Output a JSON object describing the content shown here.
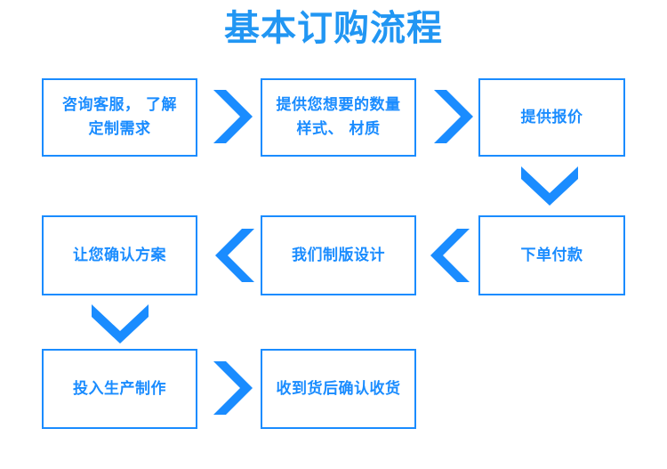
{
  "page": {
    "title": "基本订购流程",
    "accent_color": "#1a8cff",
    "title_color": "#2196f3",
    "background_color": "#ffffff"
  },
  "flow": {
    "steps": [
      {
        "id": "step-1",
        "label": "咨询客服， 了解\n定制需求"
      },
      {
        "id": "step-2",
        "label": "提供您想要的数量\n样式、 材质"
      },
      {
        "id": "step-3",
        "label": "提供报价"
      },
      {
        "id": "step-4",
        "label": "下单付款"
      },
      {
        "id": "step-5",
        "label": "我们制版设计"
      },
      {
        "id": "step-6",
        "label": "让您确认方案"
      },
      {
        "id": "step-7",
        "label": "投入生产制作"
      },
      {
        "id": "step-8",
        "label": "收到货后确认收货"
      }
    ],
    "connectors": [
      {
        "id": "connector-1",
        "direction": "right",
        "from": "step-1",
        "to": "step-2"
      },
      {
        "id": "connector-2",
        "direction": "right",
        "from": "step-2",
        "to": "step-3"
      },
      {
        "id": "connector-3",
        "direction": "down",
        "from": "step-3",
        "to": "step-4"
      },
      {
        "id": "connector-4",
        "direction": "left",
        "from": "step-4",
        "to": "step-5"
      },
      {
        "id": "connector-5",
        "direction": "left",
        "from": "step-5",
        "to": "step-6"
      },
      {
        "id": "connector-6",
        "direction": "down",
        "from": "step-6",
        "to": "step-7"
      },
      {
        "id": "connector-7",
        "direction": "right",
        "from": "step-7",
        "to": "step-8"
      }
    ]
  }
}
